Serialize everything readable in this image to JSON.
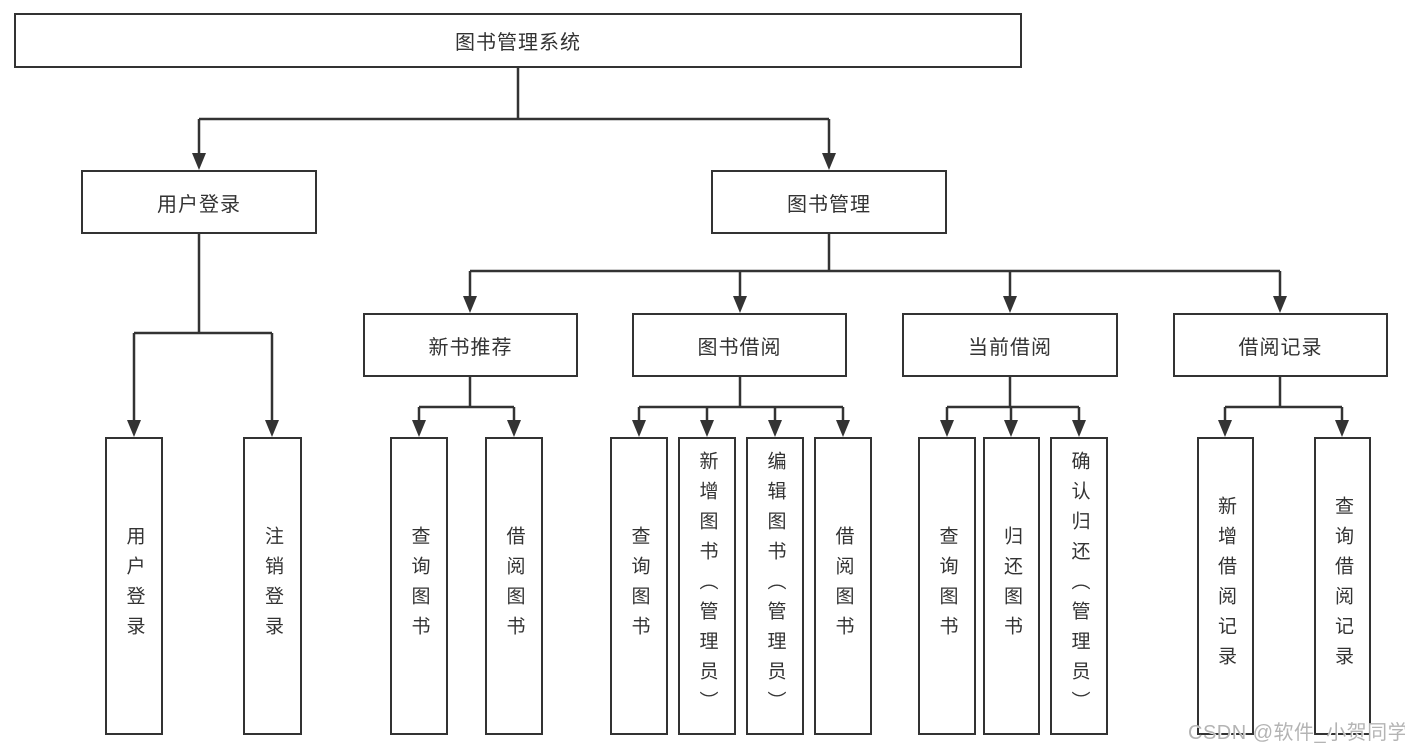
{
  "tree": {
    "label": "图书管理系统",
    "children": [
      {
        "label": "用户登录",
        "children": [
          {
            "label": "用户登录"
          },
          {
            "label": "注销登录"
          }
        ]
      },
      {
        "label": "图书管理",
        "children": [
          {
            "label": "新书推荐",
            "children": [
              {
                "label": "查询图书"
              },
              {
                "label": "借阅图书"
              }
            ]
          },
          {
            "label": "图书借阅",
            "children": [
              {
                "label": "查询图书"
              },
              {
                "label": "新增图书（管理员）"
              },
              {
                "label": "编辑图书（管理员）"
              },
              {
                "label": "借阅图书"
              }
            ]
          },
          {
            "label": "当前借阅",
            "children": [
              {
                "label": "查询图书"
              },
              {
                "label": "归还图书"
              },
              {
                "label": "确认归还（管理员）"
              }
            ]
          },
          {
            "label": "借阅记录",
            "children": [
              {
                "label": "新增借阅记录"
              },
              {
                "label": "查询借阅记录"
              }
            ]
          }
        ]
      }
    ]
  },
  "watermark": {
    "text": "CSDN @软件_小贺同学"
  },
  "colors": {
    "line": "#333333",
    "box_border": "#333333",
    "box_fill": "#ffffff",
    "text": "#333333",
    "watermark": "#b4b4b4"
  }
}
